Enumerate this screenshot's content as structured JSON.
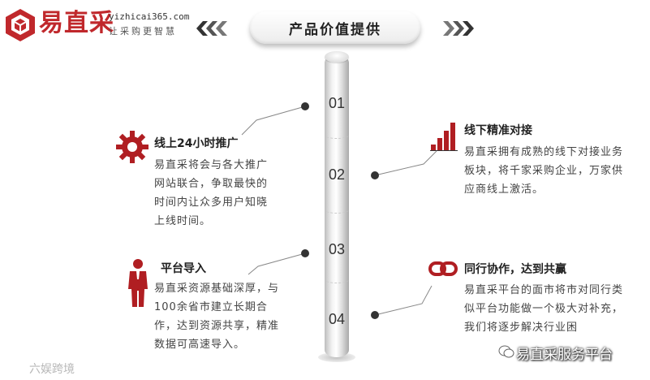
{
  "brand": {
    "name": "易直采",
    "url": "yizhicai365.com",
    "slogan": "让采购更智慧",
    "color": "#c0282c"
  },
  "header": {
    "title": "产品价值提供"
  },
  "steps": [
    "01",
    "02",
    "03",
    "04"
  ],
  "items": [
    {
      "icon": "gear-icon",
      "title": "线上24小时推广",
      "description": "易直采将会与各大推广网站联合，争取最快的时间内让众多用户知晓上线时间。"
    },
    {
      "icon": "bar-chart-icon",
      "title": "线下精准对接",
      "description": "易直采拥有成熟的线下对接业务板块，将千家采购企业，万家供应商线上激活。"
    },
    {
      "icon": "person-icon",
      "title": "平台导入",
      "description": "易直采资源基础深厚，与100余省市建立长期合作，达到资源共享，精准数据可高速导入。"
    },
    {
      "icon": "link-icon",
      "title": "同行协作，达到共赢",
      "description": "易直采平台的面市将市对同行类似平台功能做一个极大对补充，我们将逐步解决行业困"
    }
  ],
  "watermarks": {
    "left": "六娱跨境",
    "right": "易直采服务平台"
  }
}
